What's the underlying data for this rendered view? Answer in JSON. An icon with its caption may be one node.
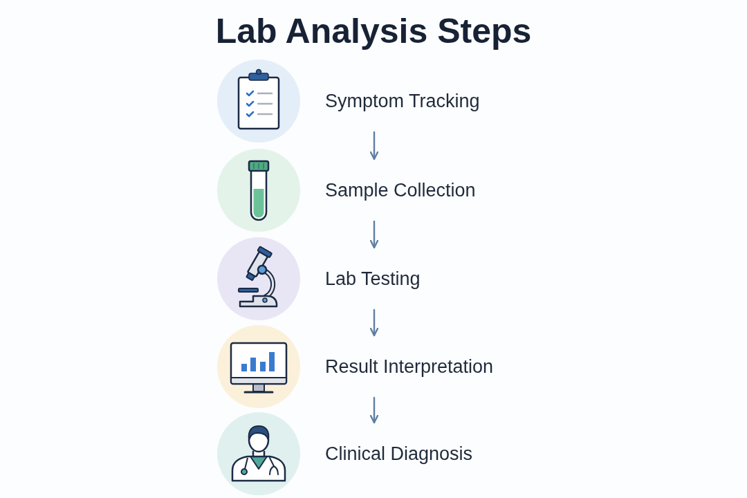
{
  "diagram": {
    "title": "Lab Analysis Steps",
    "nodes": [
      {
        "text": [
          "Symptom Tracking"
        ]
      },
      {
        "text": [
          "Sample Collection"
        ]
      },
      {
        "text": [
          "Lab Testing"
        ]
      },
      {
        "text": [
          "Result Interpretation"
        ]
      },
      {
        "text": [
          "Clinical Diagnosis"
        ]
      }
    ],
    "edges": [
      {
        "from": 0,
        "to": 1,
        "arrow": "to"
      },
      {
        "from": 1,
        "to": 2,
        "arrow": "to"
      },
      {
        "from": 2,
        "to": 3,
        "arrow": "to"
      },
      {
        "from": 3,
        "to": 4,
        "arrow": "to"
      }
    ]
  }
}
